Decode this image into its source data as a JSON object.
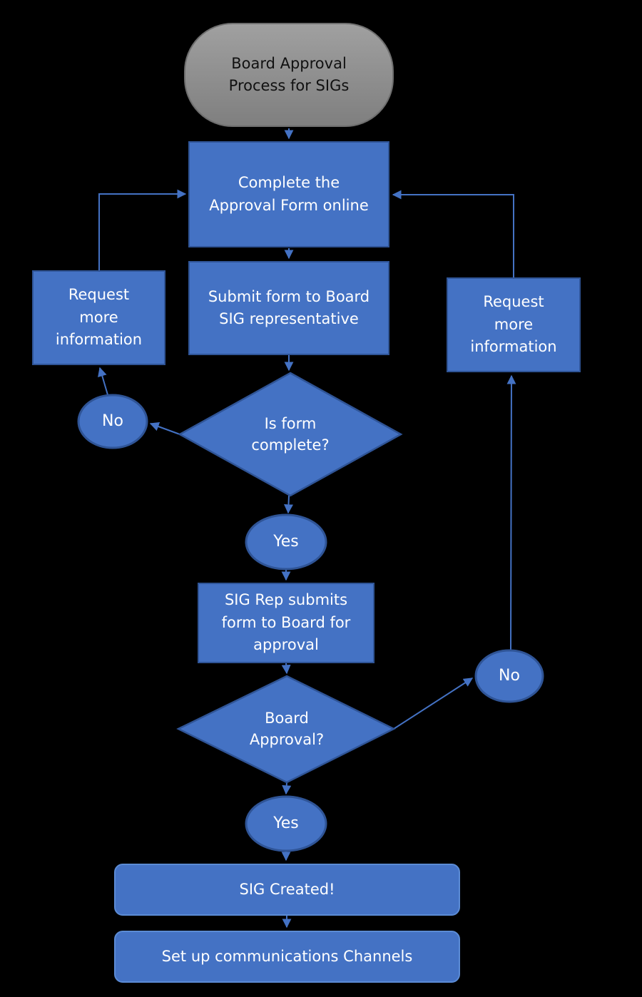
{
  "title": "Board Approval Process for SIGs flowchart",
  "colors": {
    "background": "#000000",
    "node_fill": "#4472C4",
    "node_border": "#2F5496",
    "rounded_node_border": "#5B8BD5",
    "connector": "#4472C4",
    "terminator_fill_top": "#A0A0A0",
    "terminator_fill_bottom": "#7F7F7F",
    "terminator_text": "#111111",
    "node_text": "#FFFFFF"
  },
  "nodes": {
    "terminator": {
      "lines": [
        "Board Approval",
        "Process for SIGs"
      ]
    },
    "complete_form": {
      "lines": [
        "Complete the",
        "Approval Form online"
      ]
    },
    "submit_form": {
      "lines": [
        "Submit form to Board",
        "SIG representative"
      ]
    },
    "request_more_left": {
      "lines": [
        "Request",
        "more",
        "information"
      ]
    },
    "request_more_right": {
      "lines": [
        "Request",
        "more",
        "information"
      ]
    },
    "is_form_complete": {
      "lines": [
        "Is form",
        "complete?"
      ]
    },
    "no_left": {
      "label": "No"
    },
    "yes_first": {
      "label": "Yes"
    },
    "sig_rep_submits": {
      "lines": [
        "SIG Rep submits",
        "form to Board for",
        "approval"
      ]
    },
    "board_approval": {
      "lines": [
        "Board",
        "Approval?"
      ]
    },
    "no_right": {
      "label": "No"
    },
    "yes_second": {
      "label": "Yes"
    },
    "sig_created": {
      "label": "SIG Created!"
    },
    "setup_comms": {
      "label": "Set up communications Channels"
    }
  }
}
